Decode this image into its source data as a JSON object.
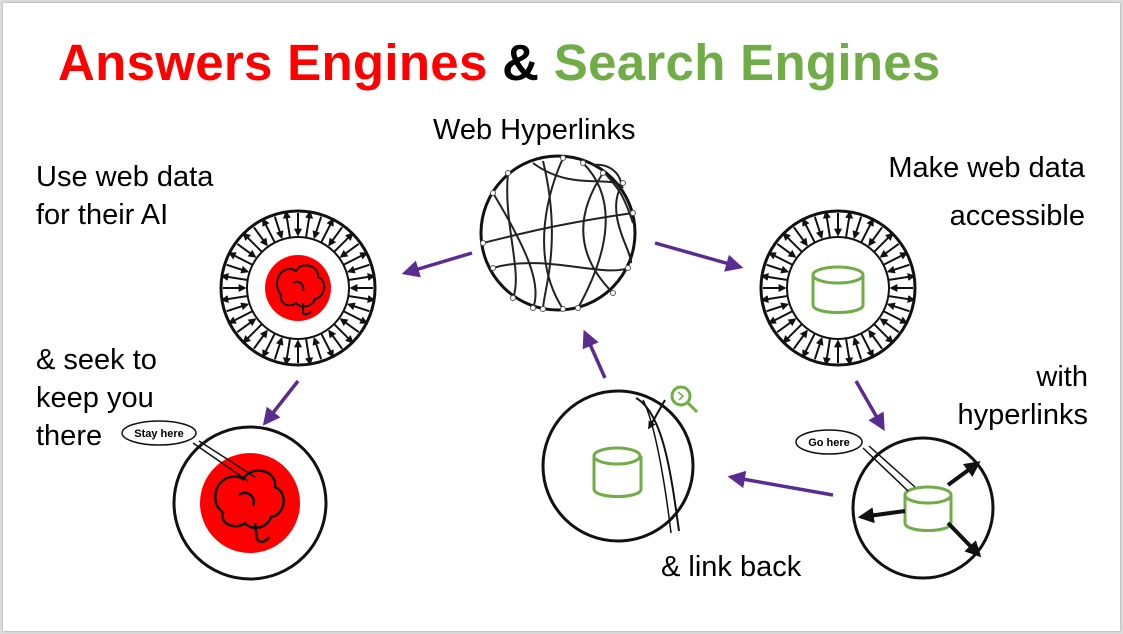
{
  "title": {
    "part1": "Answers Engines",
    "part2": "&",
    "part3": "Search Engines",
    "colors": {
      "part1": "#ff0000",
      "part2": "#000000",
      "part3": "#70ad47"
    }
  },
  "labels": {
    "web_hyperlinks": "Web Hyperlinks",
    "use_web_data_line1": "Use web data",
    "use_web_data_line2": "for their AI",
    "make_accessible_line1": "Make web data",
    "make_accessible_line2": "accessible",
    "seek_line1": "& seek to",
    "seek_line2": "keep you",
    "seek_line3": "there",
    "with_line1": "with",
    "with_line2": "hyperlinks",
    "link_back": "& link back"
  },
  "bubbles": {
    "stay_here": "Stay here",
    "go_here": "Go here"
  },
  "colors": {
    "answer_red": "#ff0000",
    "search_green": "#70ad47",
    "arrow_purple": "#5b2c8f",
    "ink": "#000000"
  },
  "icons": [
    "brain-icon",
    "database-icon",
    "search-magnifier-icon"
  ]
}
